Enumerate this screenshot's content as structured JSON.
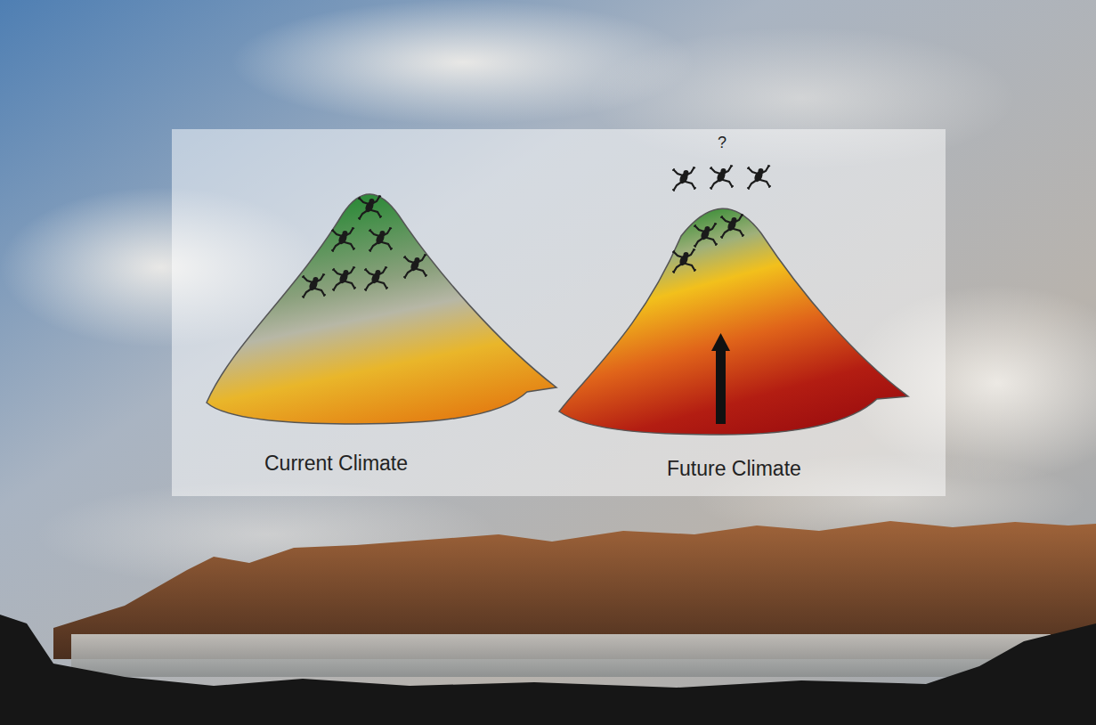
{
  "diagram": {
    "labels": [
      "?",
      "Current Climate",
      "Future Climate"
    ]
  }
}
